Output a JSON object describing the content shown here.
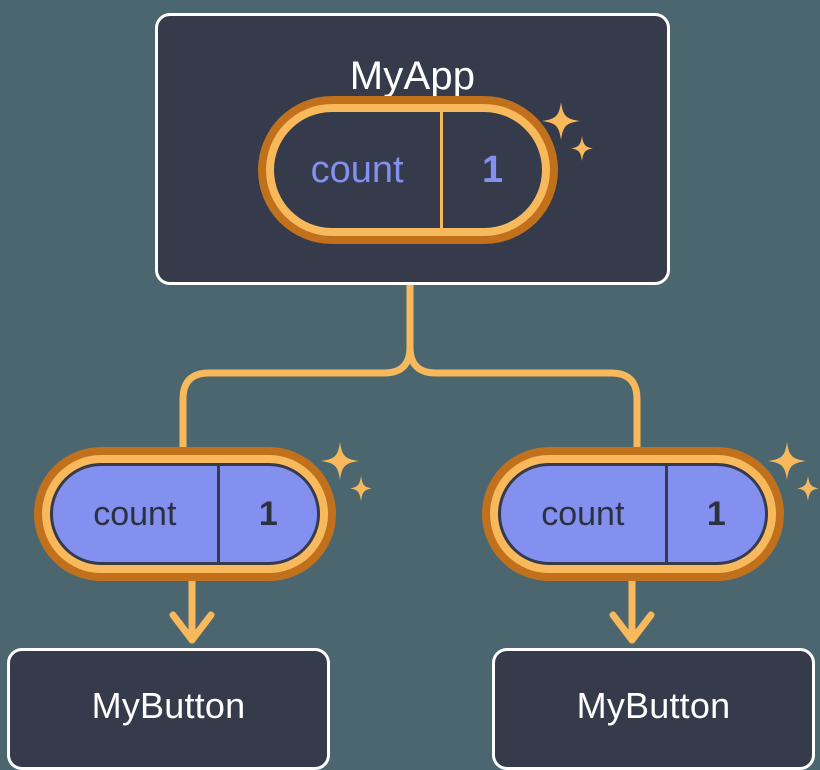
{
  "theme": {
    "page_background": "#4c6670",
    "card_fill": "#353b4a",
    "card_border": "#ffffff",
    "pill_ring_light": "#f8b85c",
    "pill_ring_dark": "#c1711c",
    "state_purple": "#8490f0",
    "connector": "#f8b85c",
    "text_light": "#ffffff",
    "text_dark": "#2c3140"
  },
  "diagram": {
    "type": "component-tree",
    "root": {
      "title": "MyApp",
      "state": {
        "key": "count",
        "value": "1"
      }
    },
    "children": [
      {
        "title": "MyButton",
        "state": {
          "key": "count",
          "value": "1"
        }
      },
      {
        "title": "MyButton",
        "state": {
          "key": "count",
          "value": "1"
        }
      }
    ],
    "icons": {
      "sparkle_large": "sparkle-icon",
      "sparkle_small": "sparkle-icon",
      "arrow": "arrow-down-icon"
    }
  }
}
